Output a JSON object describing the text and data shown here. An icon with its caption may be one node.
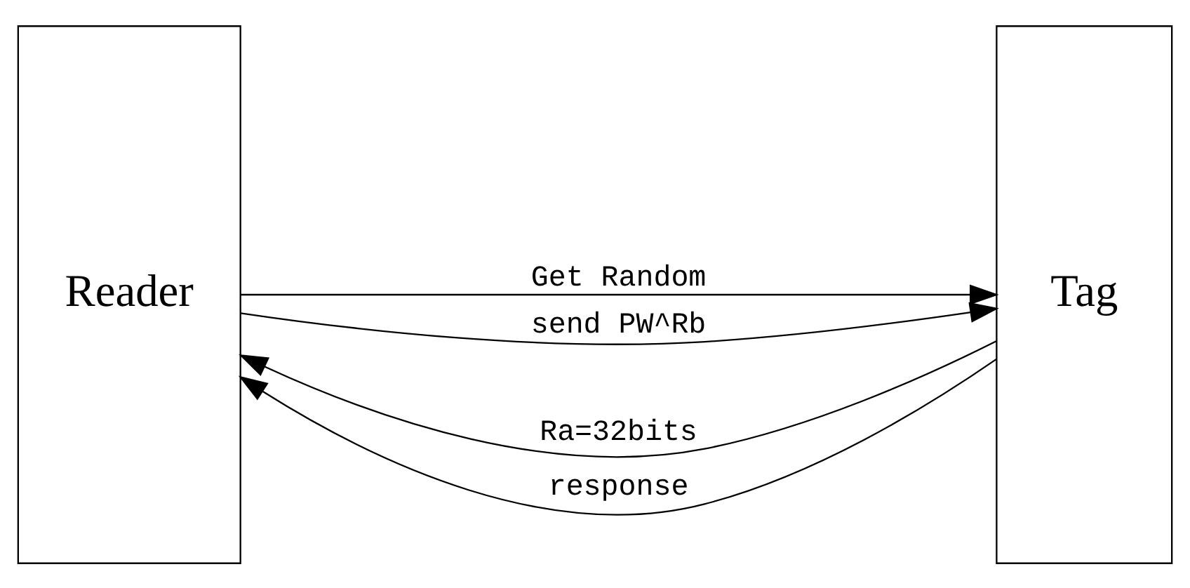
{
  "diagram": {
    "nodes": [
      {
        "text": [
          "Reader"
        ]
      },
      {
        "text": [
          "Tag"
        ]
      }
    ],
    "edges": [
      {
        "from": 0,
        "to": 1,
        "arrow": "to",
        "label": "Get Random"
      },
      {
        "from": 1,
        "to": 0,
        "arrow": "to",
        "label": "Ra=32bits"
      },
      {
        "from": 0,
        "to": 1,
        "arrow": "to",
        "label": "send PW^Rb"
      },
      {
        "from": 1,
        "to": 0,
        "arrow": "to",
        "label": "response"
      }
    ]
  }
}
